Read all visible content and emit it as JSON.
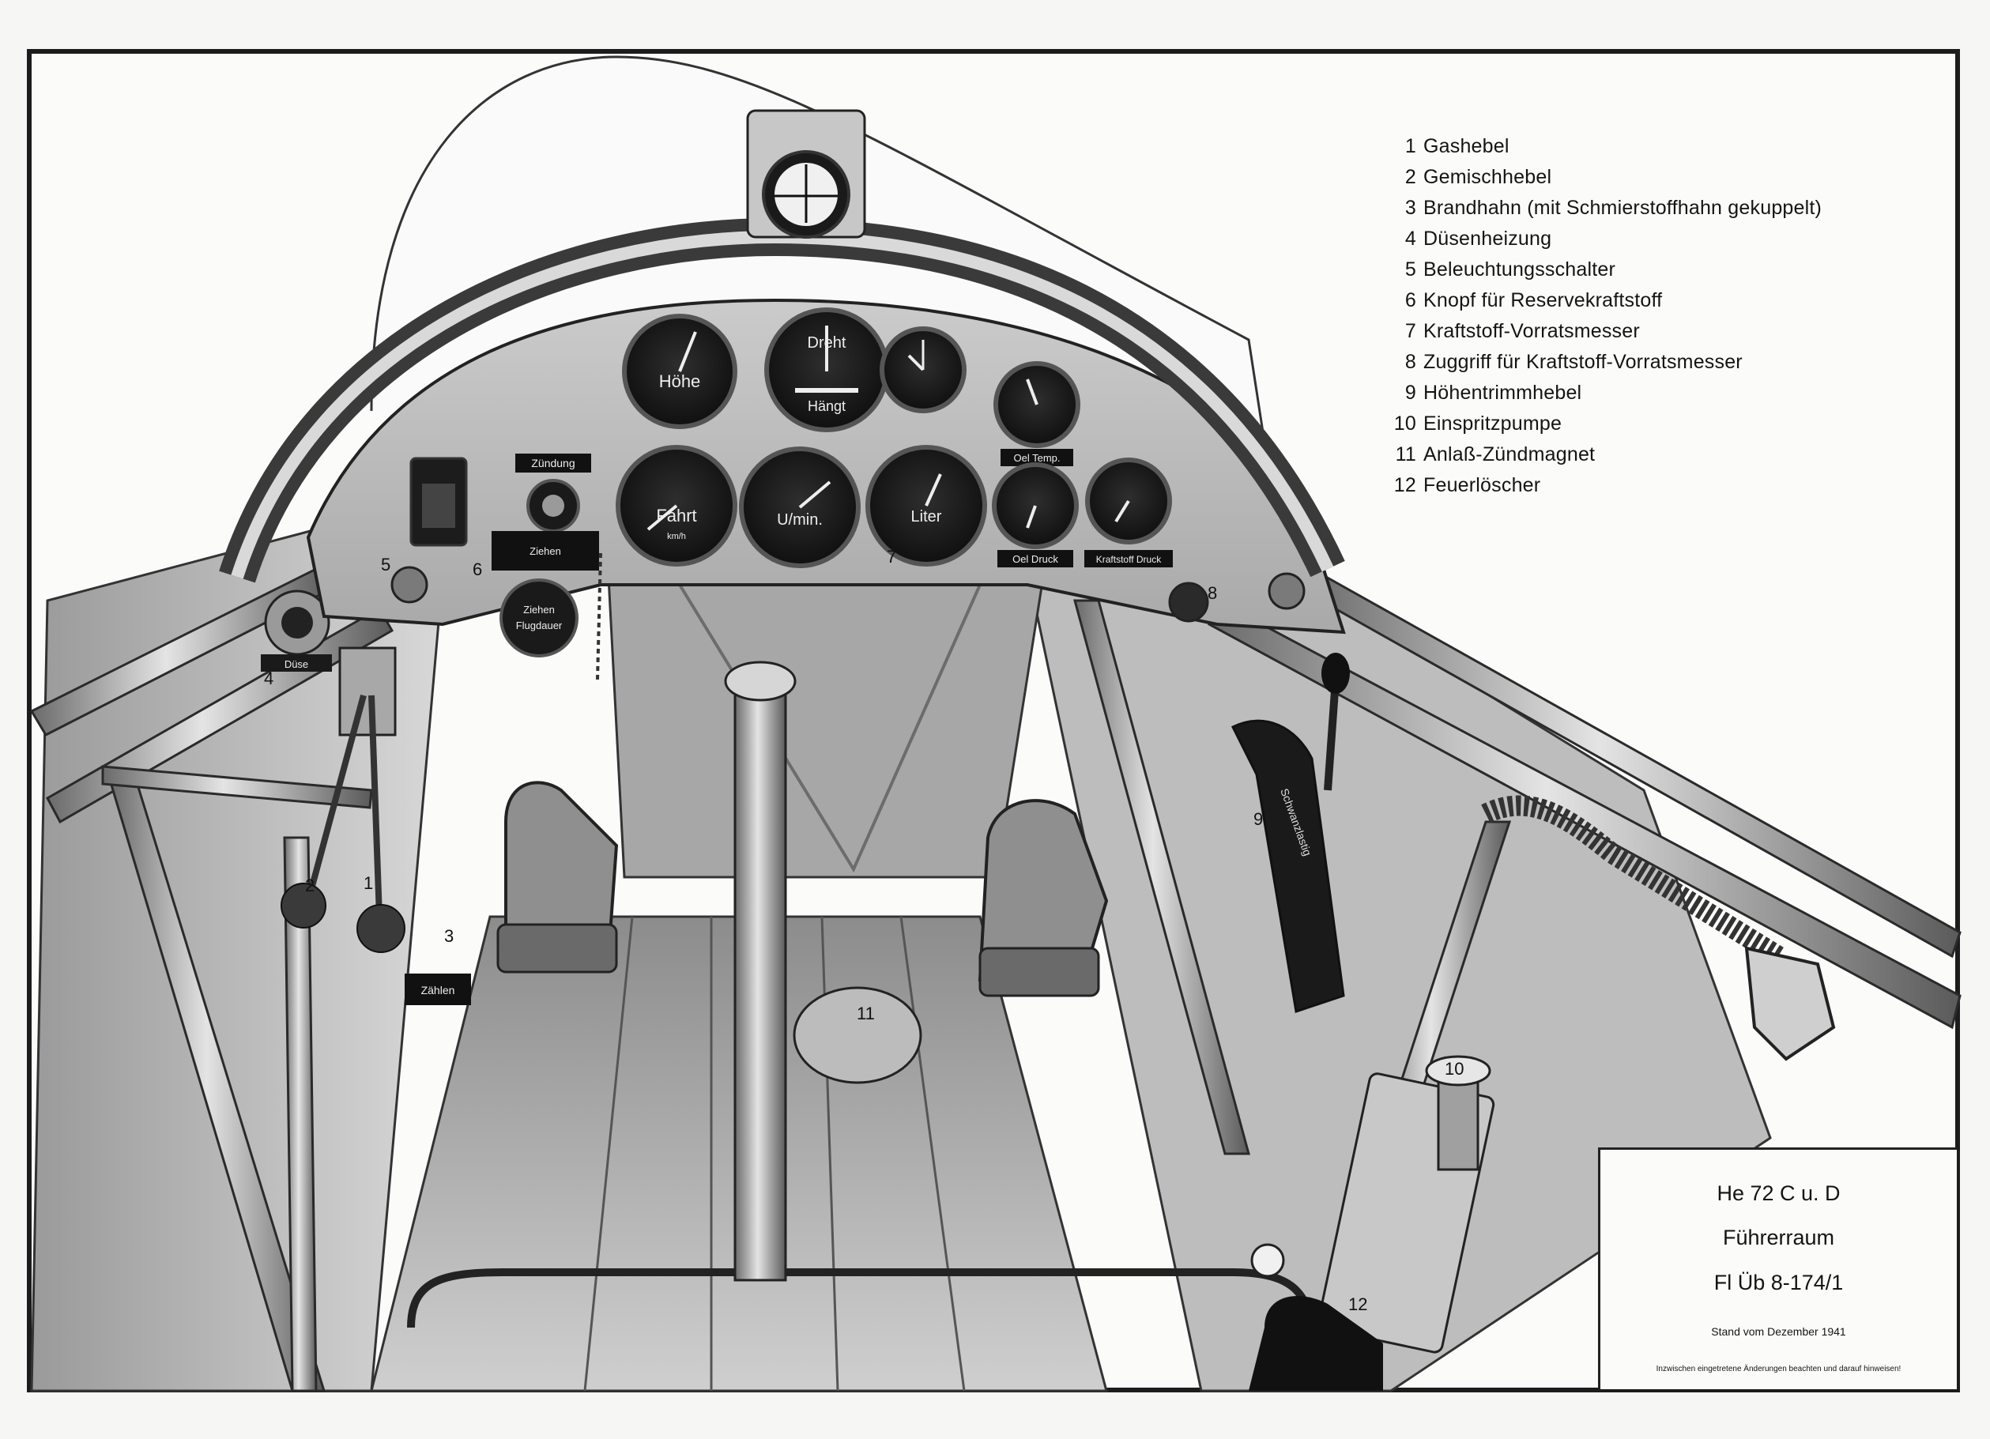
{
  "legend": {
    "items": [
      {
        "num": "1",
        "label": "Gashebel"
      },
      {
        "num": "2",
        "label": "Gemischhebel"
      },
      {
        "num": "3",
        "label": "Brandhahn (mit Schmierstoffhahn gekuppelt)"
      },
      {
        "num": "4",
        "label": "Düsenheizung"
      },
      {
        "num": "5",
        "label": "Beleuchtungsschalter"
      },
      {
        "num": "6",
        "label": "Knopf für Reservekraftstoff"
      },
      {
        "num": "7",
        "label": "Kraftstoff-Vorratsmesser"
      },
      {
        "num": "8",
        "label": "Zuggriff für Kraftstoff-Vorratsmesser"
      },
      {
        "num": "9",
        "label": "Höhentrimmhebel"
      },
      {
        "num": "10",
        "label": "Einspritzpumpe"
      },
      {
        "num": "11",
        "label": "Anlaß-Zündmagnet"
      },
      {
        "num": "12",
        "label": "Feuerlöscher"
      }
    ]
  },
  "title_block": {
    "model": "He 72 C u. D",
    "subject": "Führerraum",
    "reference": "Fl Üb 8-174/1",
    "status": "Stand vom Dezember 1941",
    "note": "Inzwischen eingetretene Änderungen beachten und darauf hinweisen!"
  },
  "instruments": {
    "altimeter": "Höhe",
    "turn_bank_top": "Dreht",
    "turn_bank_bottom": "Hängt",
    "airspeed": "Fahrt",
    "airspeed_unit": "km/h",
    "rpm": "U/min.",
    "fuel": "Liter",
    "oil_temp_plate": "Oel Temp.",
    "oil_pressure_plate": "Oel Druck",
    "fuel_pressure_plate": "Kraftstoff Druck",
    "ignition_plate": "Zündung",
    "fuel_tank_plate": "Zählen",
    "pull_plate": "Ziehen",
    "duration_plate_1": "Ziehen",
    "duration_plate_2": "Flugdauer",
    "nozzle_plate": "Düse",
    "trim_plate": "Schwanzlastig"
  },
  "callouts": [
    "1",
    "2",
    "3",
    "4",
    "5",
    "6",
    "7",
    "8",
    "9",
    "10",
    "11",
    "12"
  ]
}
